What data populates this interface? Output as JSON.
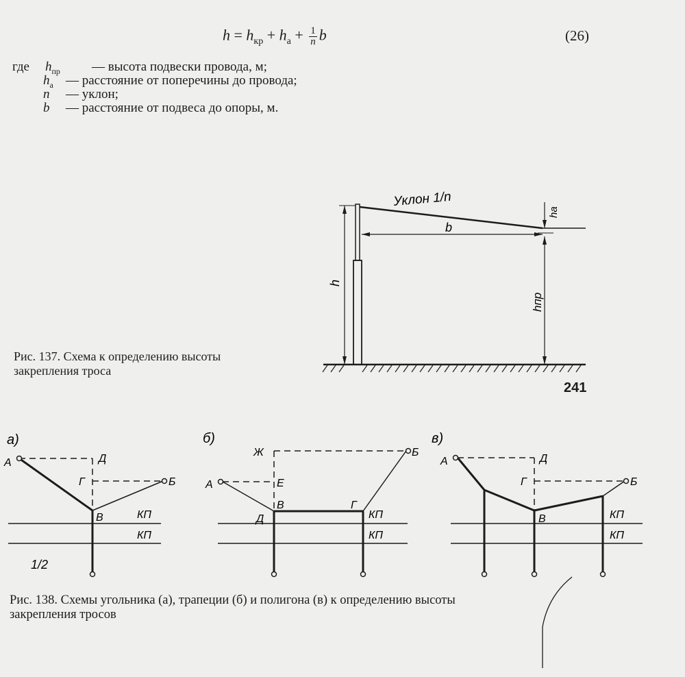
{
  "formula": {
    "h": "h",
    "equals": " = ",
    "h_kr": "h",
    "kr_sub": "кр",
    "plus1": " + ",
    "h_a": "h",
    "a_sub": "а",
    "plus2": " + ",
    "frac_num": "1",
    "frac_den": "n",
    "b": "b",
    "number": "(26)"
  },
  "definitions": {
    "intro": "где",
    "items": [
      {
        "symbol": "h",
        "sub": "пр",
        "text": "— высота подвески провода, м;"
      },
      {
        "symbol": "h",
        "sub": "а",
        "text": "— расстояние от поперечины до провода;"
      },
      {
        "symbol": "n",
        "sub": "",
        "text": "— уклон;"
      },
      {
        "symbol": "b",
        "sub": "",
        "text": "— расстояние от подвеса до опоры, м."
      }
    ]
  },
  "fig137": {
    "caption_line1": "Рис. 137. Схема к определению высоты",
    "caption_line2": "закрепления троса",
    "label_slope": "Уклон 1/n",
    "label_b": "b",
    "label_ha": "hа",
    "label_h": "h",
    "label_hpr": "hпр"
  },
  "page_number": "241",
  "fig138": {
    "panel_a": {
      "label": "а)",
      "A": "А",
      "D": "Д",
      "G": "Г",
      "B_right": "Б",
      "V": "В",
      "kp1": "КП",
      "kp2": "КП",
      "note": "1/2"
    },
    "panel_b": {
      "label": "б)",
      "Zh": "Ж",
      "B_right": "Б",
      "A": "А",
      "E": "Е",
      "V": "В",
      "D": "Д",
      "G": "Г",
      "kp1": "КП",
      "kp2": "КП"
    },
    "panel_c": {
      "label": "в)",
      "A": "А",
      "D": "Д",
      "G": "Г",
      "B_right": "Б",
      "V": "В",
      "kp1": "КП",
      "kp2": "КП"
    },
    "caption_line1": "Рис. 138. Схемы угольника (а), трапеции (б) и полигона (в) к определению высоты",
    "caption_line2": "закрепления тросов"
  }
}
